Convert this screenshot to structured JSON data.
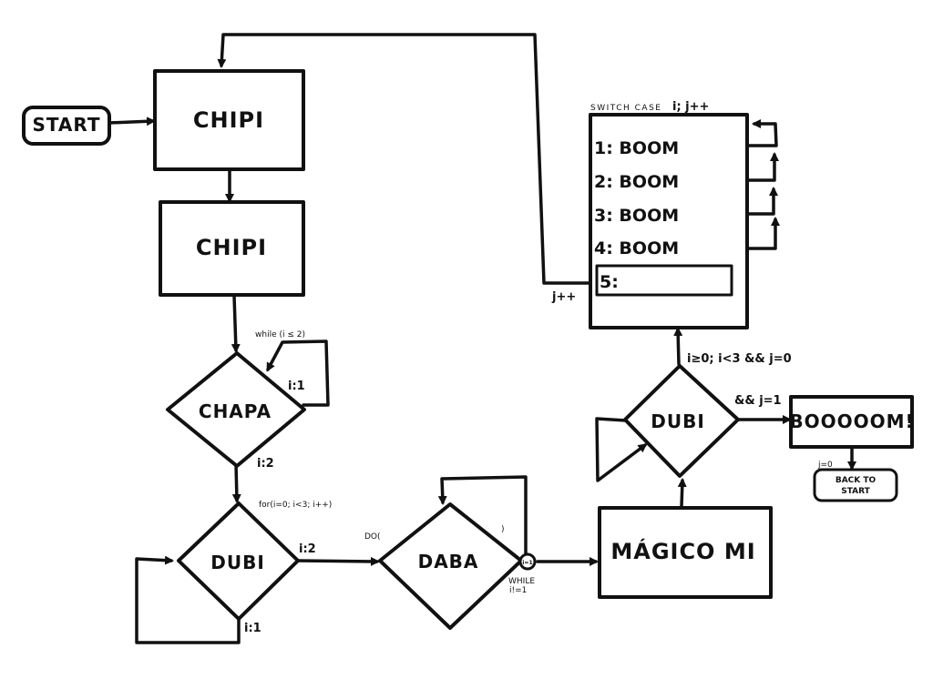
{
  "nodes": {
    "start": "START",
    "chipi_1": "CHIPI",
    "chipi_2": "CHIPI",
    "chapa": "CHAPA",
    "dubi_1": "DUBI",
    "daba": "DABA",
    "magico": "MÁGICO MI",
    "dubi_2": "DUBI",
    "booooom": "BOOOOOM!",
    "back_to_start_line1": "BACK TO",
    "back_to_start_line2": "START"
  },
  "switch_case": {
    "title": "SWITCH CASE",
    "variable": "i; j++",
    "cases": [
      "1: BOOM",
      "2: BOOM",
      "3: BOOM",
      "4: BOOM",
      "5:"
    ]
  },
  "labels": {
    "while_cond": "while (i ≤ 2)",
    "chapa_loop": "i:1",
    "chapa_out": "i:2",
    "for_loop": "for(i=0; i<3; i++)",
    "dubi_right": "i:2",
    "dubi_loop": "i:1",
    "do_open": "DO(",
    "do_close": ")",
    "while_label": "WHILE",
    "while_cond2": "i!=1",
    "circle_label": "i=1",
    "dubi2_up": "i≥0; i<3 && j=0",
    "dubi2_right": "&& j=1",
    "j_reset": "j=0",
    "j_inc": "j++"
  }
}
